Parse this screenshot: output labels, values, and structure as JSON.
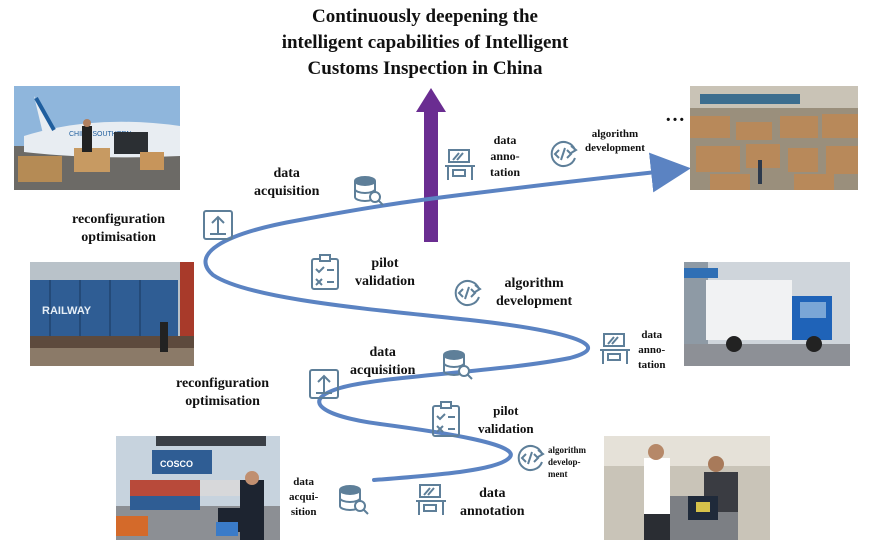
{
  "title": {
    "line1": "Continuously deepening the",
    "line2": "intelligent capabilities of  Intelligent",
    "line3": "Customs Inspection in China"
  },
  "ellipsis": "…",
  "labels": {
    "top_data_acquisition": [
      "data",
      "acquisition"
    ],
    "top_data_annotation": [
      "data",
      "anno-",
      "tation"
    ],
    "top_algorithm_development": [
      "algorithm",
      "development"
    ],
    "upper_reconfiguration": [
      "reconfiguration",
      "optimisation"
    ],
    "upper_pilot_validation": [
      "pilot",
      "validation"
    ],
    "upper_algorithm_development": [
      "algorithm",
      "development"
    ],
    "upper_data_annotation": [
      "data",
      "anno-",
      "tation"
    ],
    "mid_data_acquisition": [
      "data",
      "acquisition"
    ],
    "lower_reconfiguration": [
      "reconfiguration",
      "optimisation"
    ],
    "lower_pilot_validation": [
      "pilot",
      "validation"
    ],
    "lower_algorithm_development": [
      "algorithm",
      "develop-",
      "ment"
    ],
    "bottom_data_acquisition": [
      "data",
      "acqui-",
      "sition"
    ],
    "bottom_data_annotation": [
      "data",
      "annotation"
    ]
  },
  "photos": {
    "airplane_tail_text": "CHINA SOUTHERN",
    "container_text": "RAILWAY",
    "cosco_text": "COSCO"
  },
  "colors": {
    "spiral": "#5b83c2",
    "arrow": "#6a2d91",
    "icon": "#5e7f99"
  }
}
